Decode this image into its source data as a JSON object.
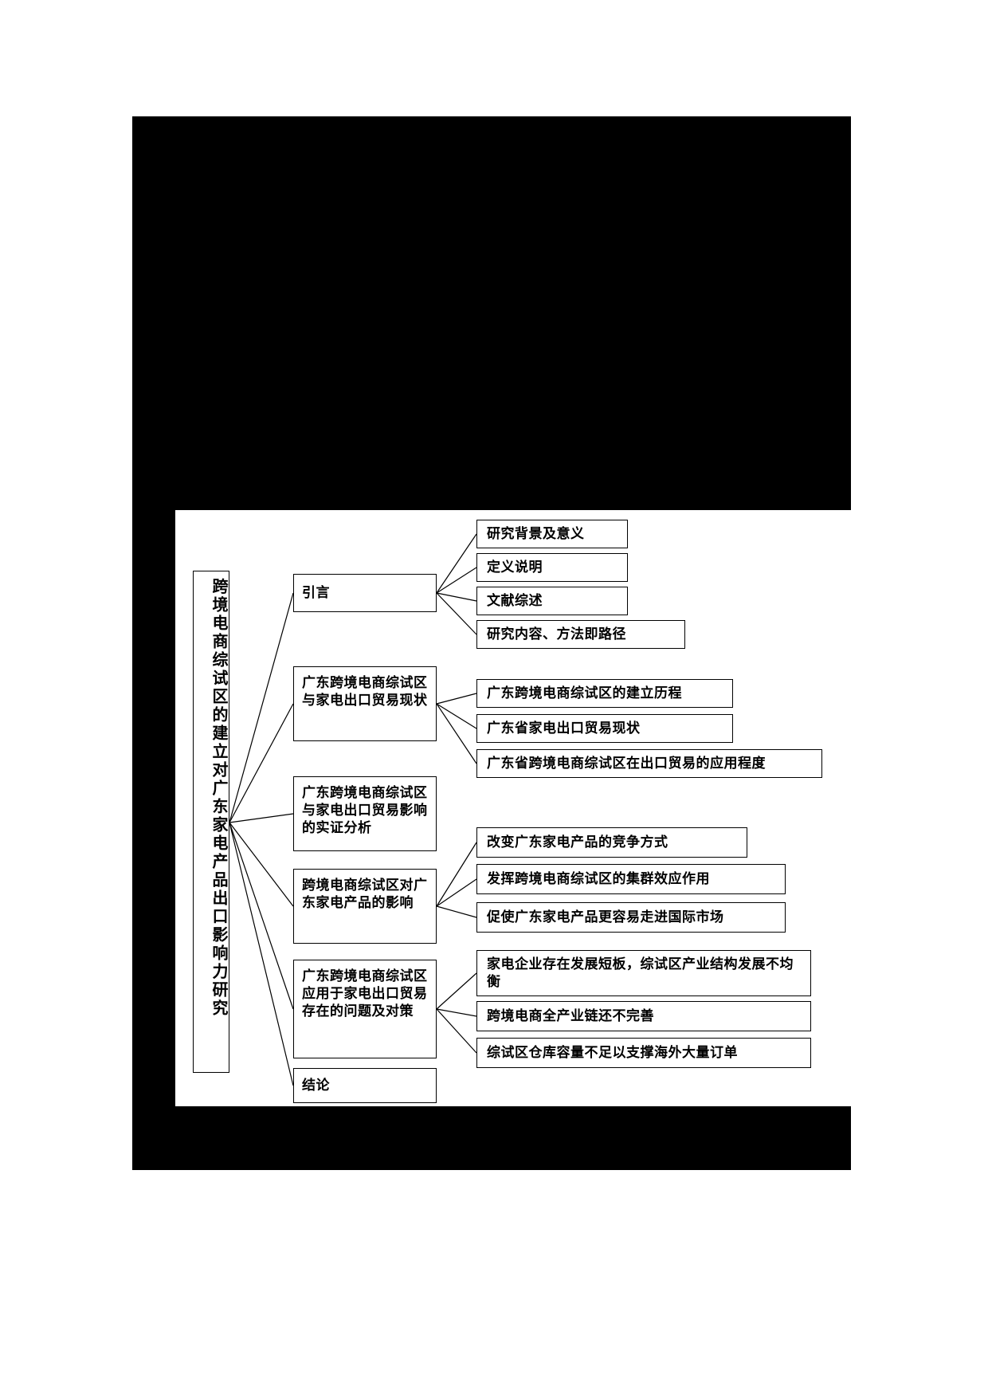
{
  "document": {
    "type": "research-outline-diagram",
    "canvas_background": "#ffffff",
    "page_background": "#000000",
    "line_color": "#000000"
  },
  "root": {
    "label": "跨境电商综试区的建立对广东家电产品出口影响力研究"
  },
  "branches": [
    {
      "id": "intro",
      "label": "引言",
      "children": [
        {
          "id": "bg",
          "label": "研究背景及意义"
        },
        {
          "id": "def",
          "label": "定义说明"
        },
        {
          "id": "lit",
          "label": "文献综述"
        },
        {
          "id": "method",
          "label": "研究内容、方法即路径"
        }
      ]
    },
    {
      "id": "status",
      "label": "广东跨境电商综试区与家电出口贸易现状",
      "children": [
        {
          "id": "hist",
          "label": "广东跨境电商综试区的建立历程"
        },
        {
          "id": "expstat",
          "label": "广东省家电出口贸易现状"
        },
        {
          "id": "applied",
          "label": "广东省跨境电商综试区在出口贸易的应用程度"
        }
      ]
    },
    {
      "id": "empirical",
      "label": "广东跨境电商综试区与家电出口贸易影响的实证分析",
      "children": []
    },
    {
      "id": "impact",
      "label": "跨境电商综试区对广东家电产品的影响",
      "children": [
        {
          "id": "compete",
          "label": "改变广东家电产品的竞争方式"
        },
        {
          "id": "cluster",
          "label": "发挥跨境电商综试区的集群效应作用"
        },
        {
          "id": "market",
          "label": "促使广东家电产品更容易走进国际市场"
        }
      ]
    },
    {
      "id": "problems",
      "label": "广东跨境电商综试区应用于家电出口贸易存在的问题及对策",
      "children": [
        {
          "id": "short",
          "label": "家电企业存在发展短板，综试区产业结构发展不均衡"
        },
        {
          "id": "chain",
          "label": "跨境电商全产业链还不完善"
        },
        {
          "id": "ware",
          "label": "综试区仓库容量不足以支撑海外大量订单"
        }
      ]
    },
    {
      "id": "conclusion",
      "label": "结论",
      "children": []
    }
  ]
}
